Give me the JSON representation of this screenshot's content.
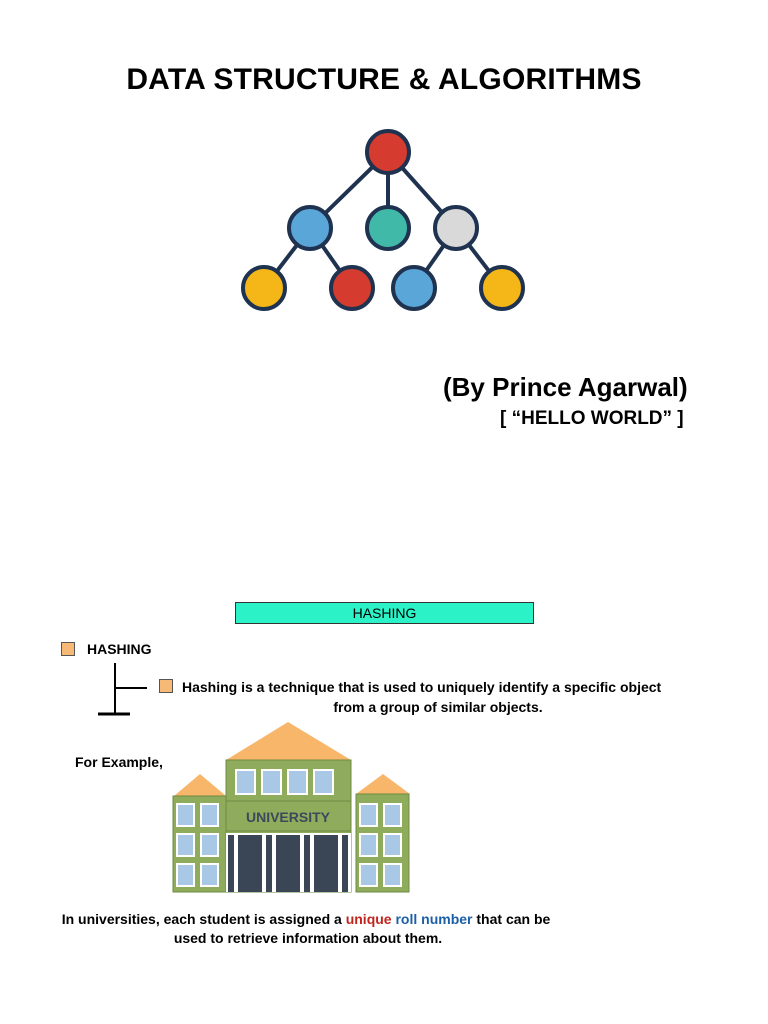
{
  "title": "DATA STRUCTURE & ALGORITHMS",
  "author": "(By Prince Agarwal)",
  "subtitle": "[ “HELLO WORLD” ]",
  "banner": "HASHING",
  "heading": "HASHING",
  "definition": {
    "line1": "Hashing is a technique that is used to uniquely identify a specific object",
    "line2": "from a group of similar objects."
  },
  "example_label": "For Example,",
  "building_label": "UNIVERSITY",
  "caption": {
    "part1": "In universities, each student is assigned a ",
    "highlight1": "unique",
    "space": " ",
    "highlight2": "roll number",
    "part2": " that can be",
    "line2": "used to retrieve information about them."
  },
  "colors": {
    "banner_bg": "#2cf2c8",
    "bullet": "#f7ba76",
    "highlight_red": "#c0241c",
    "highlight_blue": "#1c5fa6",
    "node_red": "#d63b2f",
    "node_blue": "#5aa6d8",
    "node_teal": "#41b9a9",
    "node_gray": "#d9d9d9",
    "node_yellow": "#f5b718",
    "building_green": "#8fac5c",
    "roof_orange": "#f8b66b"
  }
}
